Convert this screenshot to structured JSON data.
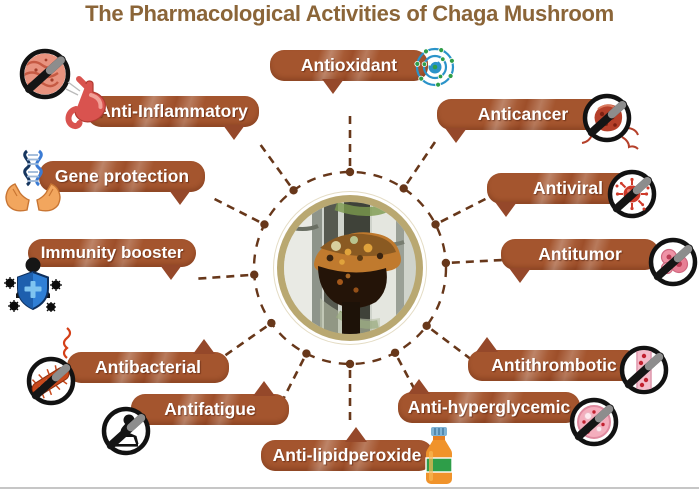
{
  "title": "The Pharmacological Activities of  Chaga Mushroom",
  "center_image": "chaga-mushroom-on-birch-photo",
  "colors": {
    "ribbon": "#a4552e",
    "ribbon_tail": "#95482a",
    "title_text": "#8b6538",
    "connector": "#67371a",
    "label_text": "#ffffff"
  },
  "activities": [
    {
      "label": "Antioxidant",
      "icon": "atom-icon"
    },
    {
      "label": "Anticancer",
      "icon": "no-cancer-cell-icon"
    },
    {
      "label": "Antiviral",
      "icon": "no-virus-icon"
    },
    {
      "label": "Antitumor",
      "icon": "no-tumor-cells-icon"
    },
    {
      "label": "Antithrombotic",
      "icon": "no-blood-clot-icon"
    },
    {
      "label": "Anti-hyperglycemic",
      "icon": "no-high-blood-sugar-icon"
    },
    {
      "label": "Anti-lipidperoxide",
      "icon": "oil-bottle-icon"
    },
    {
      "label": "Antifatigue",
      "icon": "no-fatigue-person-icon"
    },
    {
      "label": "Antibacterial",
      "icon": "no-bacteria-icon"
    },
    {
      "label": "Immunity booster",
      "icon": "immune-shield-person-icon"
    },
    {
      "label": "Gene protection",
      "icon": "hands-holding-dna-icon"
    },
    {
      "label": "Anti-Inflammatory",
      "icon": "no-stomach-inflammation-icon"
    }
  ]
}
